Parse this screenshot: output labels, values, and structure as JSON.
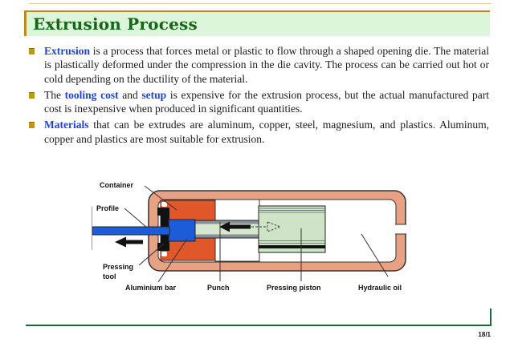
{
  "colors": {
    "title_green": "#156615",
    "title_bar_bg": "#DCF6DC",
    "gold_border": "#BE8A1E",
    "bullet_gold": "#BD9718",
    "keyword_blue": "#2244CC",
    "footer_green": "#1C6B3A",
    "body_salmon": "#E9A183",
    "container_orange": "#E0572A",
    "profile_blue": "#1C5CD8",
    "piston_green": "#CFE3C7"
  },
  "header": {
    "title": "Extrusion Process"
  },
  "bullets": {
    "b1": {
      "kw": "Extrusion",
      "rest": " is a process that forces metal or plastic to flow through a shaped opening die. The material is plastically deformed under the compression in the die cavity. The process can be carried out hot or cold depending on the ductility of the material."
    },
    "b2": {
      "pre": "The ",
      "kw1": "tooling cost",
      "mid": " and ",
      "kw2": "setup",
      "rest": " is expensive for the extrusion process, but the actual manufactured part cost is inexpensive when produced in significant quantities."
    },
    "b3": {
      "kw": "Materials",
      "rest": " that can be extrudes are aluminum, copper, steel, magnesium, and plastics. Aluminum, copper and plastics are most suitable for extrusion."
    }
  },
  "diagram": {
    "labels": {
      "container": "Container",
      "profile": "Profile",
      "pressing_tool_line1": "Pressing",
      "pressing_tool_line2": "tool",
      "aluminium_bar": "Aluminium bar",
      "punch": "Punch",
      "pressing_piston": "Pressing piston",
      "hydraulic_oil": "Hydraulic oil"
    }
  },
  "footer": {
    "page_number": "18/1"
  }
}
